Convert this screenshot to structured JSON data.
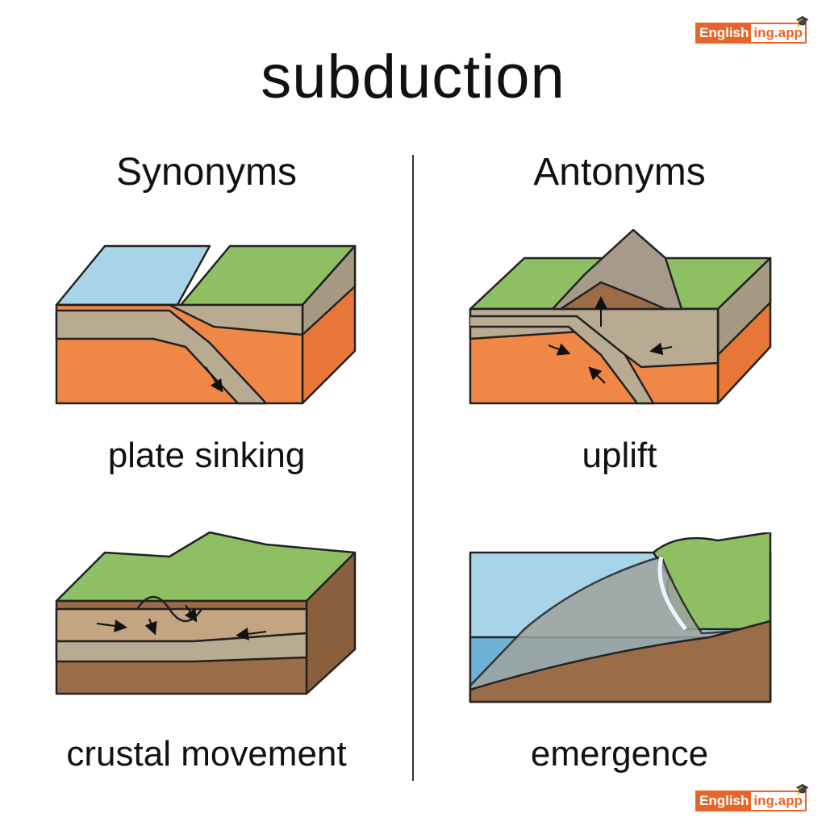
{
  "title": "subduction",
  "logo": {
    "part1": "English",
    "part2": "ing.app"
  },
  "sections": {
    "synonyms": {
      "heading": "Synonyms",
      "items": [
        {
          "label": "plate sinking"
        },
        {
          "label": "crustal movement"
        }
      ]
    },
    "antonyms": {
      "heading": "Antonyms",
      "items": [
        {
          "label": "uplift"
        },
        {
          "label": "emergence"
        }
      ]
    }
  },
  "colors": {
    "ocean": "#a8d4ea",
    "land": "#8fbf63",
    "crust": "#b9ab92",
    "mantle": "#f08747",
    "brown": "#9a6c48",
    "brand": "#e8652a"
  }
}
